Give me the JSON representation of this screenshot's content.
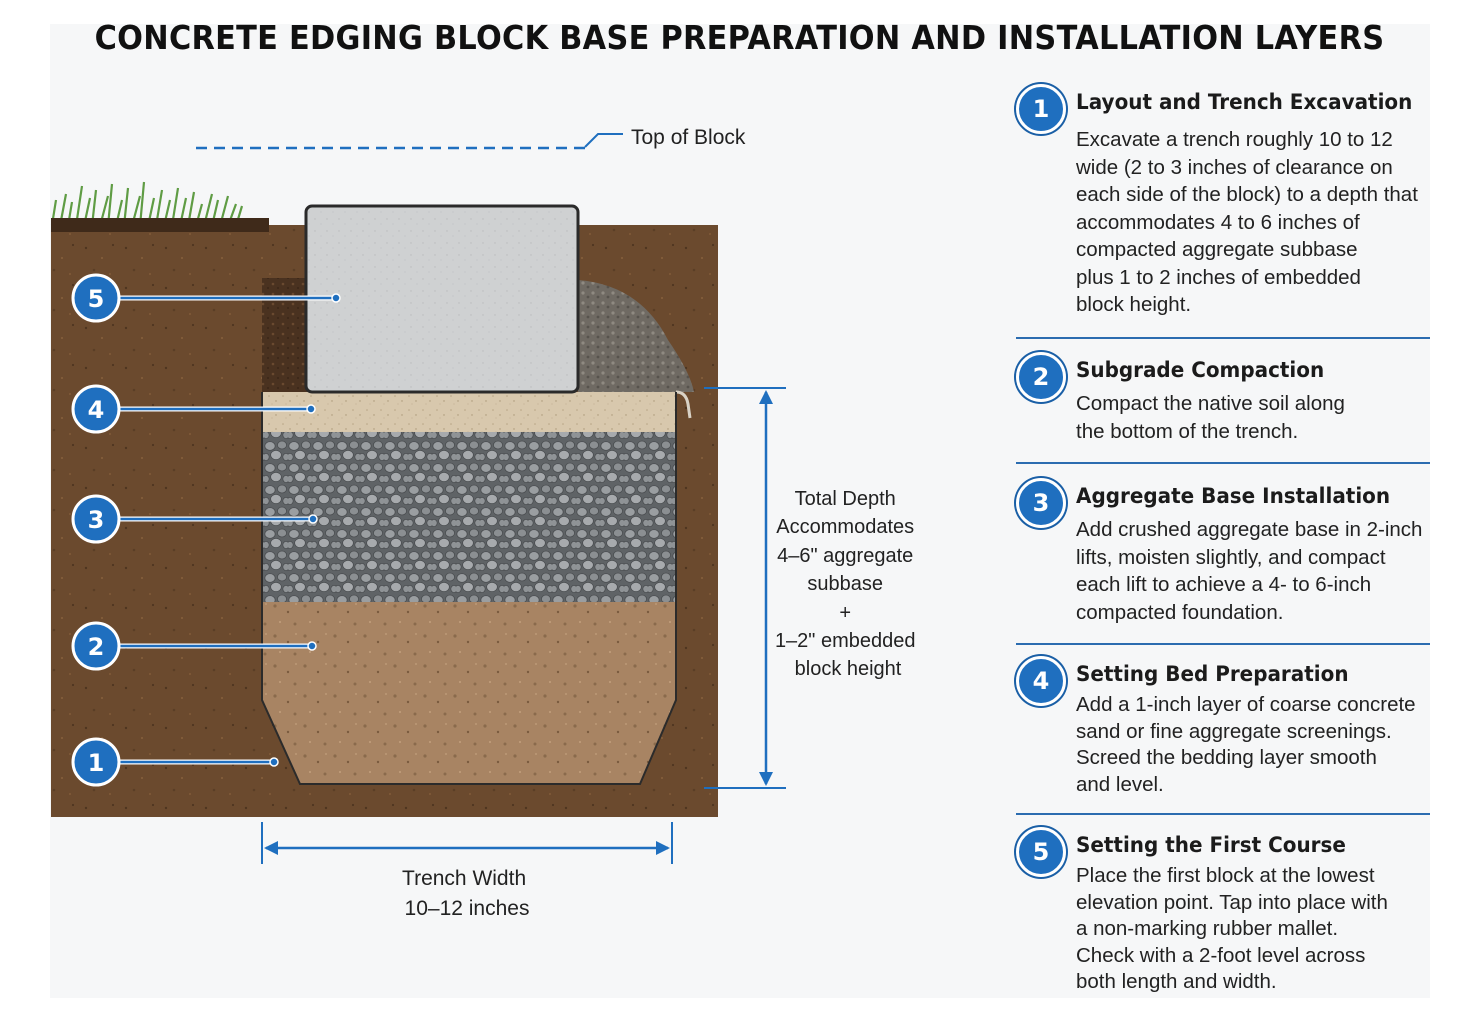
{
  "title": "CONCRETE EDGING BLOCK BASE PREPARATION AND INSTALLATION LAYERS",
  "diagram": {
    "top_of_block_label": "Top of Block",
    "total_depth_lines": [
      "Total Depth",
      "Accommodates",
      "4–6\" aggregate",
      "subbase",
      "+",
      "1–2\" embedded",
      "block height"
    ],
    "trench_width_lines": [
      "Trench Width",
      "10–12 inches"
    ],
    "callouts": [
      "1",
      "2",
      "3",
      "4",
      "5"
    ],
    "colors": {
      "accent": "#1f6fbf",
      "soil": "#6b4a2e",
      "compacted_subgrade": "#a88463",
      "aggregate": "#8d9093",
      "setting_bed": "#d8c8ad",
      "block": "#cfd1d2",
      "grass": "#6aa84f"
    }
  },
  "steps": [
    {
      "number": "1",
      "heading": "Layout and Trench Excavation",
      "lines": [
        "Excavate a trench roughly 10 to 12",
        "wide (2 to 3 inches of clearance on",
        "each side of the block) to a depth that",
        "accommodates 4 to 6 inches of",
        "compacted aggregate subbase",
        "plus 1 to 2 inches of embedded",
        "block height."
      ]
    },
    {
      "number": "2",
      "heading": "Subgrade Compaction",
      "lines": [
        "Compact the native soil along",
        "the bottom of the trench."
      ]
    },
    {
      "number": "3",
      "heading": "Aggregate Base Installation",
      "lines": [
        "Add crushed aggregate base in 2-inch",
        "lifts, moisten slightly, and compact",
        "each lift to achieve a 4- to 6-inch",
        "compacted foundation."
      ]
    },
    {
      "number": "4",
      "heading": "Setting Bed Preparation",
      "lines": [
        "Add a 1-inch layer of coarse concrete",
        "sand or fine aggregate screenings.",
        "Screed the bedding layer smooth",
        "and level."
      ]
    },
    {
      "number": "5",
      "heading": "Setting the First Course",
      "lines": [
        "Place the first block at the lowest",
        "elevation point. Tap into place with",
        "a non-marking rubber mallet.",
        "Check with a 2-foot level across",
        "both length and width."
      ]
    }
  ]
}
